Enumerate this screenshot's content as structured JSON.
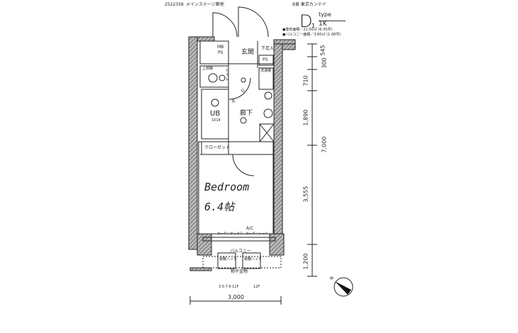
{
  "header": {
    "listing_id": "2522358",
    "building_name": "メインステージ築地",
    "page_source": "8頁 東京カンテイ"
  },
  "type_block": {
    "type_code": "D",
    "type_sub": "1",
    "type_label": "type",
    "layout": "1K",
    "area_private": "●専有面積／21.00㎡ (6.35坪)",
    "area_balcony": "●バルコニー面積／3.60㎡ (1.08坪)"
  },
  "rooms": {
    "mbps": "MB",
    "mbps2": "PS",
    "entrance": "玄関",
    "shoe_box": "下足入",
    "ps": "PS",
    "toilet": "トイレ",
    "toilet_tank": "上部棚",
    "washer": "洗濯機",
    "hallway": "廊下",
    "bath": "UB",
    "bath_size": "1014",
    "closet": "クローゼット",
    "bedroom": "Bedroom",
    "bedroom_size": "6.4帖",
    "ac": "A/C",
    "curtain": "カーテンボックス・カーテンレール",
    "balcony": "バルコニー",
    "hatch1": "避難ハッチ",
    "hatch2": "避難ハッチ",
    "laundry_hanger": "物干金物",
    "floors_a": "3·5·7·9·11F",
    "floors_b": "12F",
    "gas_mark": "G",
    "r_mark": "R"
  },
  "dimensions": {
    "d545": "545",
    "d300": "300",
    "d710": "710",
    "d1890": "1,890",
    "d7000": "7,000",
    "d3555": "3,555",
    "d1200": "1,200",
    "width": "3,000"
  },
  "compass": {
    "label": "N"
  }
}
